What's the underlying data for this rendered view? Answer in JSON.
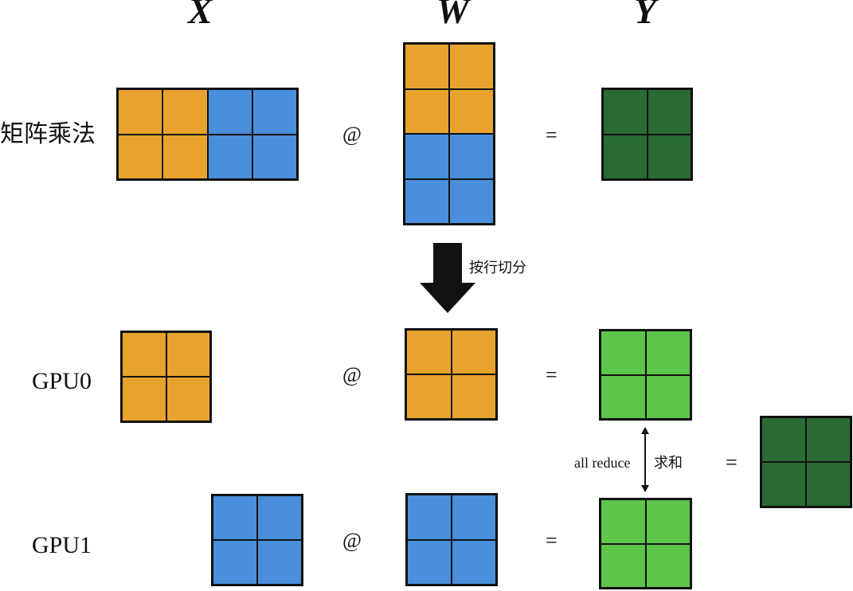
{
  "column_headers": {
    "x": "X",
    "w": "W",
    "y": "Y"
  },
  "rows": {
    "full": "矩阵乘法",
    "gpu0": "GPU0",
    "gpu1": "GPU1"
  },
  "operators": {
    "matmul": "@",
    "equals": "="
  },
  "split_label": "按行切分",
  "all_reduce_label": "all reduce",
  "sum_label": "求和",
  "colors": {
    "orange": "#E8A32E",
    "blue": "#4A8FDB",
    "dark_green": "#2A6A33",
    "light_green": "#5CC54A",
    "black": "#111111"
  },
  "matrices": {
    "x_full": {
      "rows": 2,
      "cols": 4,
      "cells": [
        "orange",
        "orange",
        "blue",
        "blue",
        "orange",
        "orange",
        "blue",
        "blue"
      ]
    },
    "w_full": {
      "rows": 4,
      "cols": 2,
      "cells": [
        "orange",
        "orange",
        "orange",
        "orange",
        "blue",
        "blue",
        "blue",
        "blue"
      ]
    },
    "y_full": {
      "rows": 2,
      "cols": 2,
      "cells": [
        "dark_green",
        "dark_green",
        "dark_green",
        "dark_green"
      ]
    },
    "x_gpu0": {
      "rows": 2,
      "cols": 2,
      "cells": [
        "orange",
        "orange",
        "orange",
        "orange"
      ]
    },
    "w_gpu0": {
      "rows": 2,
      "cols": 2,
      "cells": [
        "orange",
        "orange",
        "orange",
        "orange"
      ]
    },
    "y_gpu0": {
      "rows": 2,
      "cols": 2,
      "cells": [
        "light_green",
        "light_green",
        "light_green",
        "light_green"
      ]
    },
    "x_gpu1": {
      "rows": 2,
      "cols": 2,
      "cells": [
        "blue",
        "blue",
        "blue",
        "blue"
      ]
    },
    "w_gpu1": {
      "rows": 2,
      "cols": 2,
      "cells": [
        "blue",
        "blue",
        "blue",
        "blue"
      ]
    },
    "y_gpu1": {
      "rows": 2,
      "cols": 2,
      "cells": [
        "light_green",
        "light_green",
        "light_green",
        "light_green"
      ]
    },
    "y_reduced": {
      "rows": 2,
      "cols": 2,
      "cells": [
        "dark_green",
        "dark_green",
        "dark_green",
        "dark_green"
      ]
    }
  }
}
